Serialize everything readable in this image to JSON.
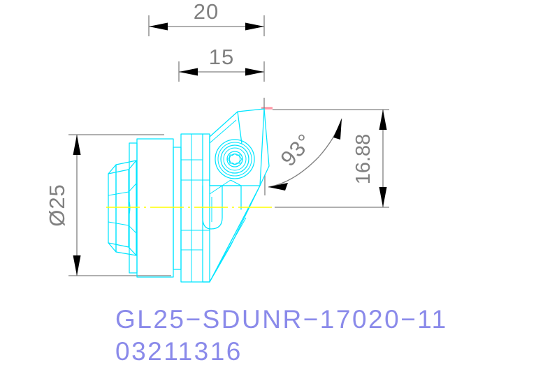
{
  "drawing": {
    "type": "cad-technical-drawing",
    "background_color": "#ffffff",
    "geometry_color": "#00e5ff",
    "centerline_color": "#ffff00",
    "dimension_color": "#808080",
    "label_color": "#8a8aea",
    "vertex_marker_color": "#ff9aa8",
    "view": "side-elevation",
    "subject": "indexable turning tool holder / boring head cartridge"
  },
  "dimensions": {
    "overall_length": {
      "value": "20",
      "orientation": "horizontal",
      "position": "top",
      "name": "length-20"
    },
    "partial_length": {
      "value": "15",
      "orientation": "horizontal",
      "position": "top-inner",
      "name": "length-15"
    },
    "diameter": {
      "value": "Ø25",
      "orientation": "vertical-rotated",
      "position": "left",
      "name": "diameter-25"
    },
    "height": {
      "value": "16.88",
      "orientation": "vertical-rotated",
      "position": "right",
      "name": "height-16-88"
    },
    "angle": {
      "value": "93°",
      "orientation": "arc",
      "position": "center-right",
      "name": "angle-93"
    }
  },
  "labels": {
    "part_number": "GL25−SDUNR−17020−11",
    "order_code": "03211316"
  }
}
